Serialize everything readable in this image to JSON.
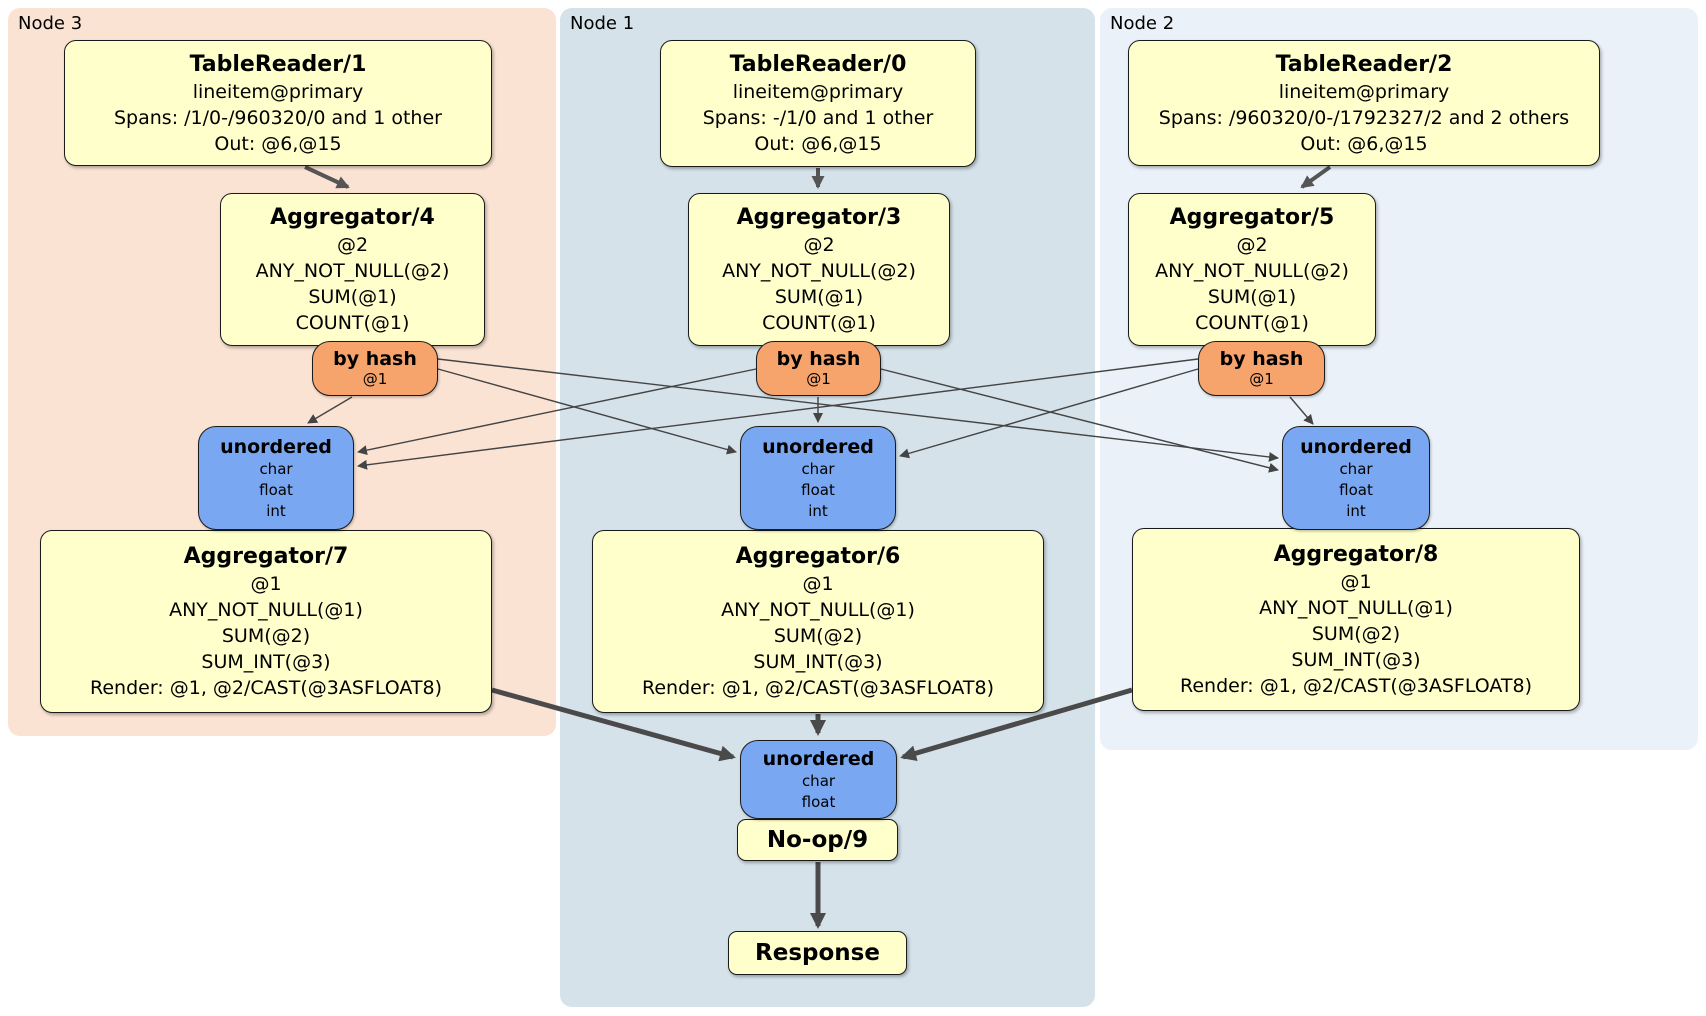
{
  "regions": [
    {
      "label": "Node 3"
    },
    {
      "label": "Node 1"
    },
    {
      "label": "Node 2"
    }
  ],
  "boxes": {
    "tablereader_1": {
      "title": "TableReader/1",
      "lines": [
        "lineitem@primary",
        "Spans: /1/0-/960320/0 and 1 other",
        "Out: @6,@15"
      ]
    },
    "aggregator_4": {
      "title": "Aggregator/4",
      "lines": [
        "@2",
        "ANY_NOT_NULL(@2)",
        "SUM(@1)",
        "COUNT(@1)"
      ]
    },
    "router_3": {
      "title": "by hash",
      "lines": [
        "@1"
      ]
    },
    "sync_3": {
      "title": "unordered",
      "lines": [
        "char",
        "float",
        "int"
      ]
    },
    "aggregator_7": {
      "title": "Aggregator/7",
      "lines": [
        "@1",
        "ANY_NOT_NULL(@1)",
        "SUM(@2)",
        "SUM_INT(@3)",
        "Render: @1, @2/CAST(@3ASFLOAT8)"
      ]
    },
    "tablereader_0": {
      "title": "TableReader/0",
      "lines": [
        "lineitem@primary",
        "Spans: -/1/0 and 1 other",
        "Out: @6,@15"
      ]
    },
    "aggregator_3": {
      "title": "Aggregator/3",
      "lines": [
        "@2",
        "ANY_NOT_NULL(@2)",
        "SUM(@1)",
        "COUNT(@1)"
      ]
    },
    "router_1": {
      "title": "by hash",
      "lines": [
        "@1"
      ]
    },
    "sync_1": {
      "title": "unordered",
      "lines": [
        "char",
        "float",
        "int"
      ]
    },
    "aggregator_6": {
      "title": "Aggregator/6",
      "lines": [
        "@1",
        "ANY_NOT_NULL(@1)",
        "SUM(@2)",
        "SUM_INT(@3)",
        "Render: @1, @2/CAST(@3ASFLOAT8)"
      ]
    },
    "tablereader_2": {
      "title": "TableReader/2",
      "lines": [
        "lineitem@primary",
        "Spans: /960320/0-/1792327/2 and 2 others",
        "Out: @6,@15"
      ]
    },
    "aggregator_5": {
      "title": "Aggregator/5",
      "lines": [
        "@2",
        "ANY_NOT_NULL(@2)",
        "SUM(@1)",
        "COUNT(@1)"
      ]
    },
    "router_2": {
      "title": "by hash",
      "lines": [
        "@1"
      ]
    },
    "sync_2": {
      "title": "unordered",
      "lines": [
        "char",
        "float",
        "int"
      ]
    },
    "aggregator_8": {
      "title": "Aggregator/8",
      "lines": [
        "@1",
        "ANY_NOT_NULL(@1)",
        "SUM(@2)",
        "SUM_INT(@3)",
        "Render: @1, @2/CAST(@3ASFLOAT8)"
      ]
    },
    "final_sync": {
      "title": "unordered",
      "lines": [
        "char",
        "float"
      ]
    },
    "noop_9": {
      "title": "No-op/9"
    },
    "response": {
      "title": "Response"
    }
  },
  "edges": [
    {
      "from": "TableReader/1",
      "to": "Aggregator/4"
    },
    {
      "from": "TableReader/0",
      "to": "Aggregator/3"
    },
    {
      "from": "TableReader/2",
      "to": "Aggregator/5"
    },
    {
      "from": "by hash (Node 3)",
      "to": "unordered (Node 3)"
    },
    {
      "from": "by hash (Node 3)",
      "to": "unordered (Node 1)"
    },
    {
      "from": "by hash (Node 3)",
      "to": "unordered (Node 2)"
    },
    {
      "from": "by hash (Node 1)",
      "to": "unordered (Node 3)"
    },
    {
      "from": "by hash (Node 1)",
      "to": "unordered (Node 1)"
    },
    {
      "from": "by hash (Node 1)",
      "to": "unordered (Node 2)"
    },
    {
      "from": "by hash (Node 2)",
      "to": "unordered (Node 3)"
    },
    {
      "from": "by hash (Node 2)",
      "to": "unordered (Node 1)"
    },
    {
      "from": "by hash (Node 2)",
      "to": "unordered (Node 2)"
    },
    {
      "from": "Aggregator/7",
      "to": "unordered (final)"
    },
    {
      "from": "Aggregator/6",
      "to": "unordered (final)"
    },
    {
      "from": "Aggregator/8",
      "to": "unordered (final)"
    },
    {
      "from": "No-op/9",
      "to": "Response"
    }
  ],
  "colors": {
    "processor_fill": "#ffffcb",
    "router_fill": "#f6a36c",
    "sync_fill": "#79a7f1",
    "node3_bg": "#fbe3d4",
    "node1_bg": "#d5e2ea",
    "node2_bg": "#eaf1f8",
    "edge": "#4a4a4a"
  }
}
